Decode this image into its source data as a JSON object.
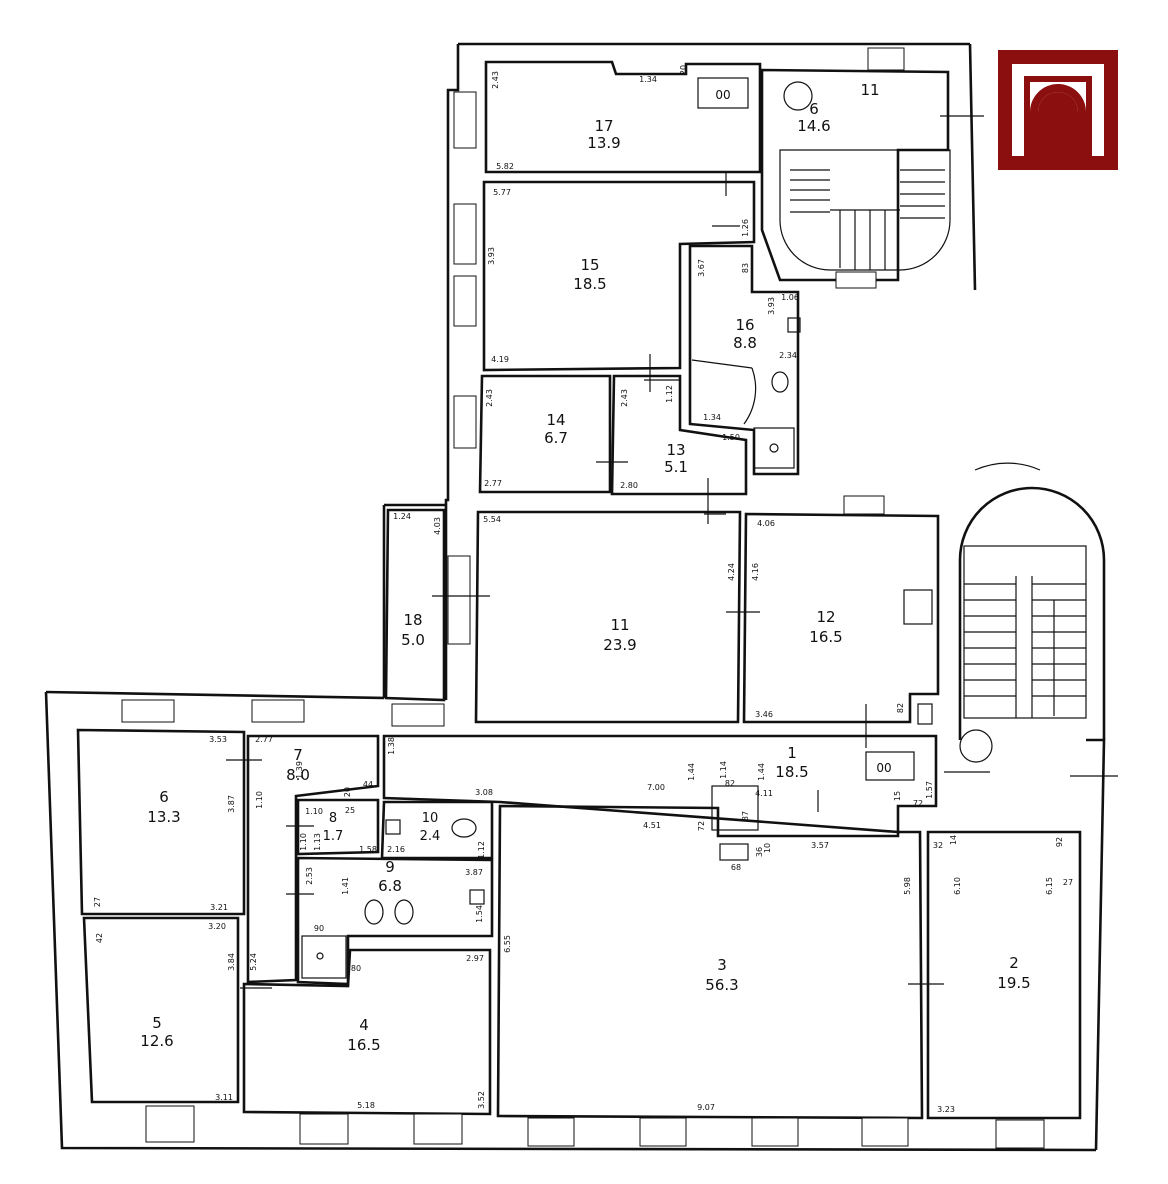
{
  "colors": {
    "logo": "#8b0f0f",
    "walls": "#111111",
    "background": "#ffffff"
  },
  "logo": {
    "icon": "arch-door-icon"
  },
  "rooms": [
    {
      "id": "r1",
      "number": "1",
      "area": "18.5"
    },
    {
      "id": "r2",
      "number": "2",
      "area": "19.5"
    },
    {
      "id": "r3",
      "number": "3",
      "area": "56.3"
    },
    {
      "id": "r4",
      "number": "4",
      "area": "16.5"
    },
    {
      "id": "r5",
      "number": "5",
      "area": "12.6"
    },
    {
      "id": "r6",
      "number": "6",
      "area": "13.3"
    },
    {
      "id": "r7",
      "number": "7",
      "area": "8.0"
    },
    {
      "id": "r8",
      "number": "8",
      "area": "1.7"
    },
    {
      "id": "r9",
      "number": "9",
      "area": "6.8"
    },
    {
      "id": "r10",
      "number": "10",
      "area": "2.4"
    },
    {
      "id": "r11",
      "number": "11",
      "area": "23.9"
    },
    {
      "id": "r12",
      "number": "12",
      "area": "16.5"
    },
    {
      "id": "r13",
      "number": "13",
      "area": "5.1"
    },
    {
      "id": "r14",
      "number": "14",
      "area": "6.7"
    },
    {
      "id": "r15",
      "number": "15",
      "area": "18.5"
    },
    {
      "id": "r16",
      "number": "16",
      "area": "8.8"
    },
    {
      "id": "r17",
      "number": "17",
      "area": "13.9"
    },
    {
      "id": "r18",
      "number": "18",
      "area": "5.0"
    },
    {
      "id": "stair",
      "number": "6",
      "area": "14.6"
    }
  ],
  "labels": {
    "top_section": "11",
    "wc_top": "00",
    "wc_corridor": "00"
  },
  "dimensions": [
    "2.43",
    "1.34",
    "20",
    "5.82",
    "5.77",
    "1.26",
    "3.93",
    "4.19",
    "3.67",
    "83",
    "3.93",
    "1.06",
    "2.34",
    "1.34",
    "1.50",
    "2.43",
    "2.43",
    "1.12",
    "2.77",
    "2.80",
    "5.54",
    "4.24",
    "4.06",
    "4.16",
    "3.46",
    "82",
    "1.24",
    "4.03",
    "3.53",
    "2.77",
    "1.38",
    "1.39",
    "20",
    "44",
    "3.08",
    "7.00",
    "1.44",
    "1.44",
    "1.14",
    "82",
    "4.11",
    "15",
    "1.57",
    "72",
    "4.51",
    "72",
    "87",
    "3.57",
    "36",
    "10",
    "68",
    "3.87",
    "1.10",
    "1.10",
    "1.10",
    "25",
    "1.58",
    "2.16",
    "1.12",
    "1.13",
    "2.53",
    "1.41",
    "3.87",
    "1.54",
    "90",
    "80",
    "3.21",
    "3.20",
    "3.84",
    "5.24",
    "2.97",
    "6.55",
    "5.98",
    "32",
    "14",
    "92",
    "6.10",
    "6.15",
    "27",
    "27",
    "42",
    "3.11",
    "5.18",
    "3.52",
    "9.07",
    "3.23"
  ]
}
